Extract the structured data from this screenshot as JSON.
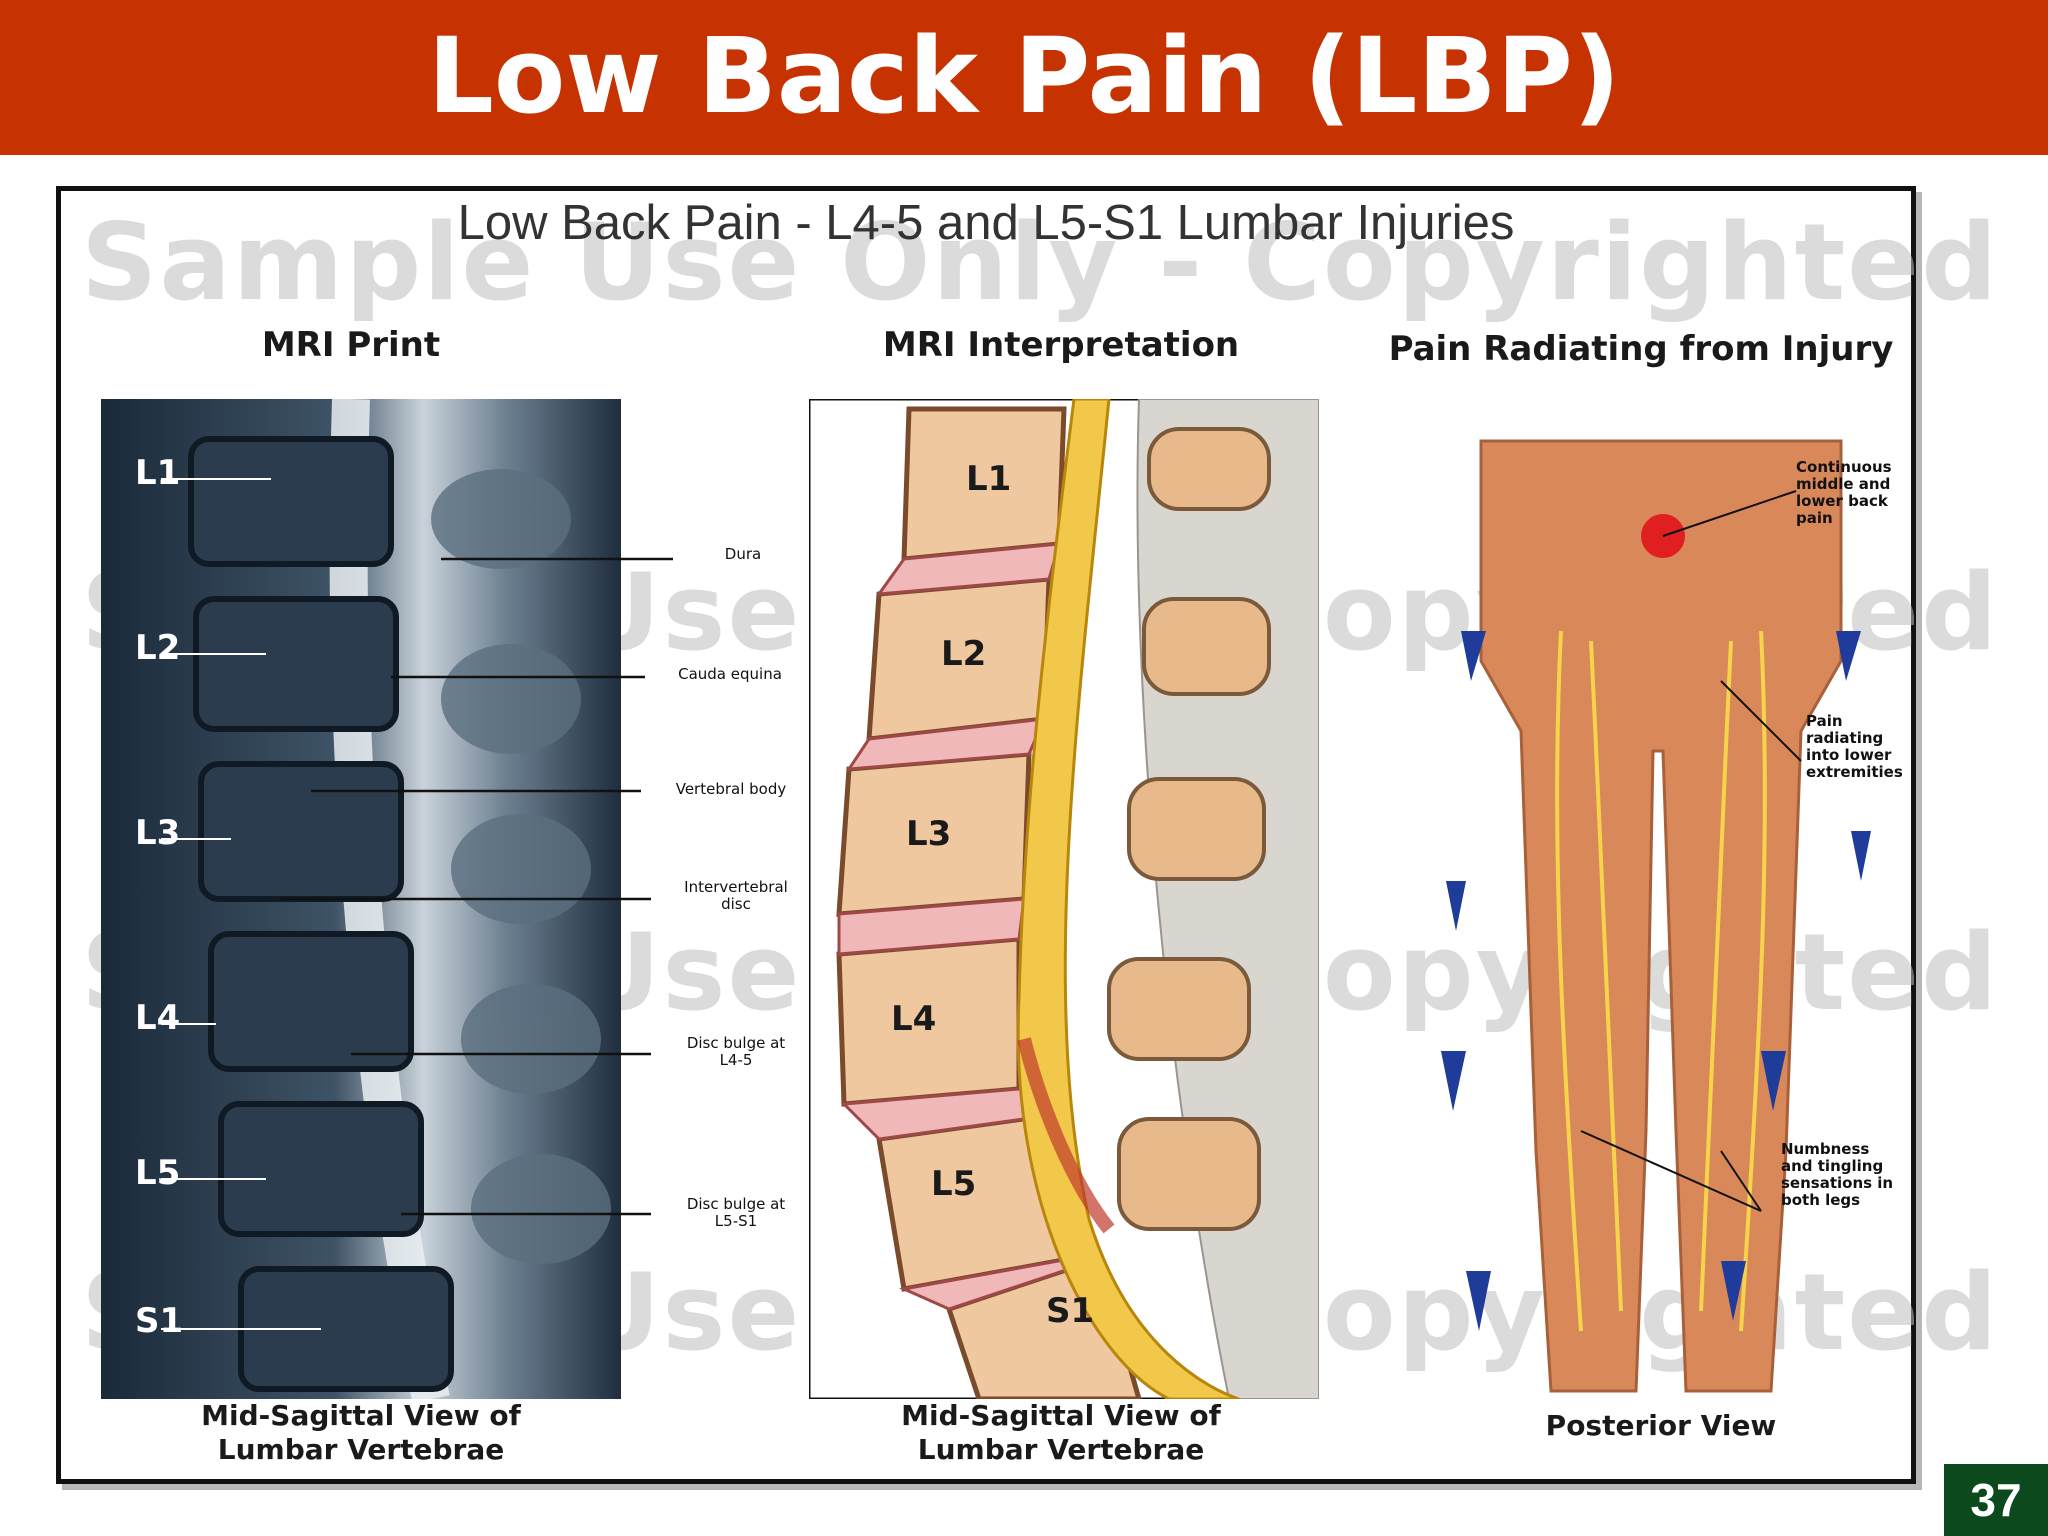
{
  "slide": {
    "title": "Low Back Pain (LBP)",
    "page_number": "37"
  },
  "figure": {
    "title": "Low Back Pain - L4-5 and L5-S1 Lumbar Injuries",
    "watermark": "Sample Use Only - Copyrighted",
    "panels": {
      "mri_print": {
        "title": "MRI Print",
        "caption_line1": "Mid-Sagittal View of",
        "caption_line2": "Lumbar Vertebrae",
        "vertebra_labels": [
          "L1",
          "L2",
          "L3",
          "L4",
          "L5",
          "S1"
        ]
      },
      "mri_interpretation": {
        "title": "MRI Interpretation",
        "caption_line1": "Mid-Sagittal View of",
        "caption_line2": "Lumbar Vertebrae",
        "vertebra_labels": [
          "L1",
          "L2",
          "L3",
          "L4",
          "L5",
          "S1"
        ]
      },
      "pain_radiating": {
        "title": "Pain Radiating from Injury",
        "caption": "Posterior View",
        "notes": {
          "back_pain": [
            "Continuous",
            "middle and",
            "lower back",
            "pain"
          ],
          "lower_extremities": [
            "Pain radiating",
            "into lower",
            "extremities"
          ],
          "numbness": [
            "Numbness",
            "and tingling",
            "sensations in",
            "both legs"
          ]
        }
      }
    },
    "callouts": {
      "dura": "Dura",
      "cauda_equina": "Cauda equina",
      "vertebral_body": "Vertebral body",
      "intervertebral_disc_1": "Intervertebral",
      "intervertebral_disc_2": "disc",
      "bulge_l45_1": "Disc bulge at",
      "bulge_l45_2": "L4-5",
      "bulge_l5s1_1": "Disc bulge at",
      "bulge_l5s1_2": "L5-S1"
    }
  }
}
